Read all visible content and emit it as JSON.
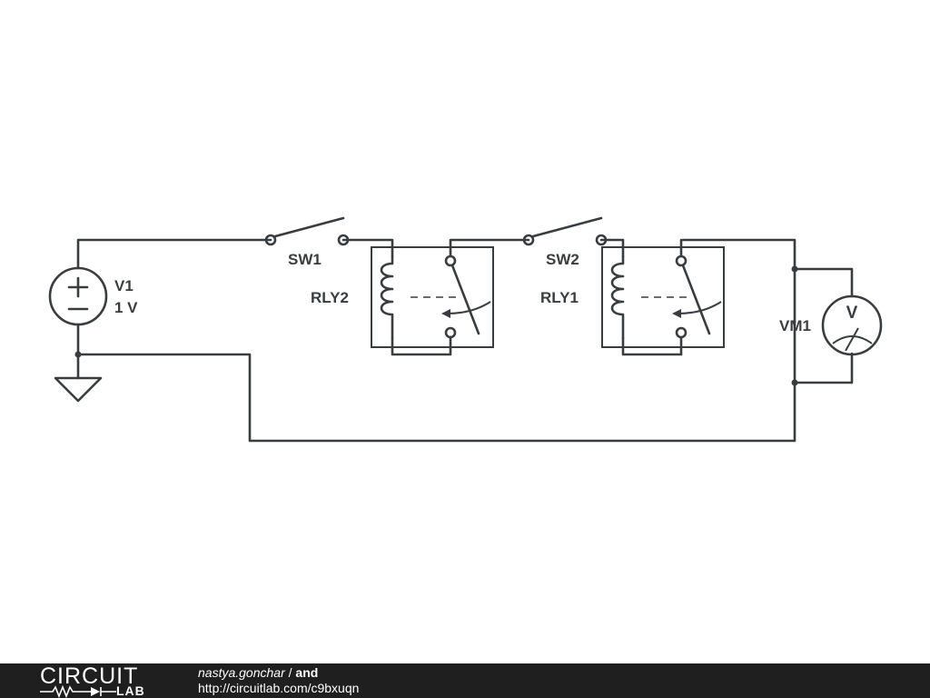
{
  "components": {
    "source": {
      "name": "V1",
      "value": "1 V"
    },
    "switch1": {
      "name": "SW1"
    },
    "switch2": {
      "name": "SW2"
    },
    "relay2": {
      "name": "RLY2"
    },
    "relay1": {
      "name": "RLY1"
    },
    "voltmeter": {
      "name": "VM1",
      "symbol": "V"
    }
  },
  "footer": {
    "logo_top": "CIRCUIT",
    "logo_bottom": "LAB",
    "author": "nastya.gonchar",
    "separator": " / ",
    "title": "and",
    "url": "http://circuitlab.com/c9bxuqn"
  },
  "colors": {
    "wire": "#3a3d40",
    "footer_bg": "#1f1f1f",
    "footer_text": "#ffffff"
  }
}
